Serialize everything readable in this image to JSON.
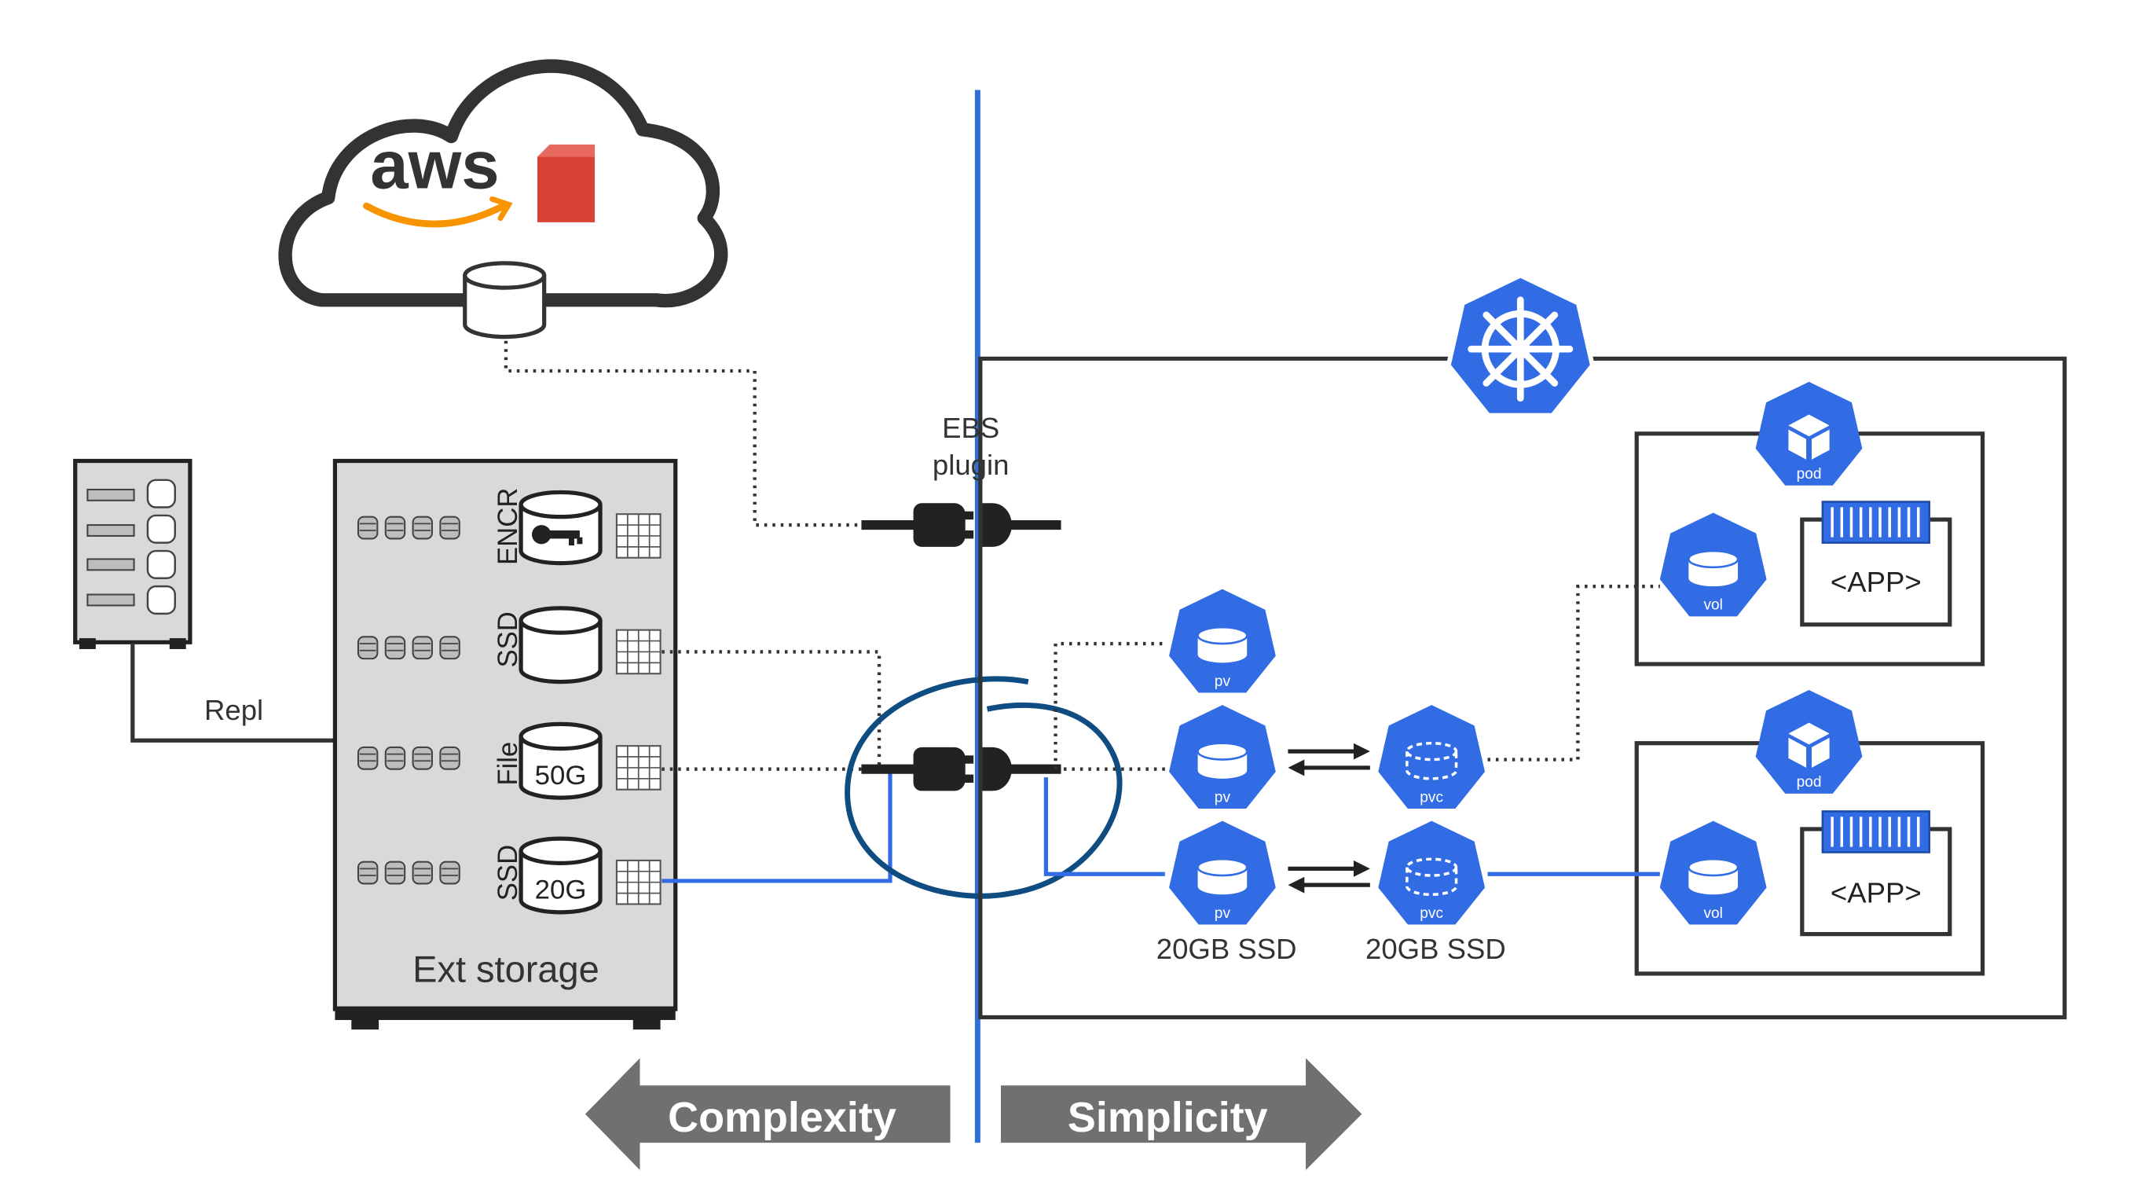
{
  "cloud": {
    "logo_text": "aws"
  },
  "plugin_label": {
    "line1": "EBS",
    "line2": "plugin"
  },
  "server": {
    "repl_label": "Repl"
  },
  "ext_storage": {
    "title": "Ext storage",
    "tiers": [
      {
        "label": "ENCR",
        "icon": "key-disk-icon",
        "disk_text": ""
      },
      {
        "label": "SSD",
        "icon": "disk-icon",
        "disk_text": ""
      },
      {
        "label": "File",
        "icon": "disk-icon",
        "disk_text": "50G"
      },
      {
        "label": "SSD",
        "icon": "disk-icon",
        "disk_text": "20G"
      }
    ]
  },
  "k8s": {
    "pv_label": "pv",
    "pvc_label": "pvc",
    "vol_label": "vol",
    "pod_label": "pod",
    "app_label": "<APP>",
    "pv_caption": "20GB SSD",
    "pvc_caption": "20GB SSD"
  },
  "arrows": {
    "left": "Complexity",
    "right": "Simplicity"
  },
  "colors": {
    "k8s_blue": "#326ce5",
    "divider_blue": "#2f6fd6",
    "circle_navy": "#0f4c81",
    "storage_gray": "#d9d9d9",
    "arrow_gray": "#707070",
    "aws_orange": "#f79400",
    "aws_red": "#d94135",
    "text_dark": "#333333"
  }
}
